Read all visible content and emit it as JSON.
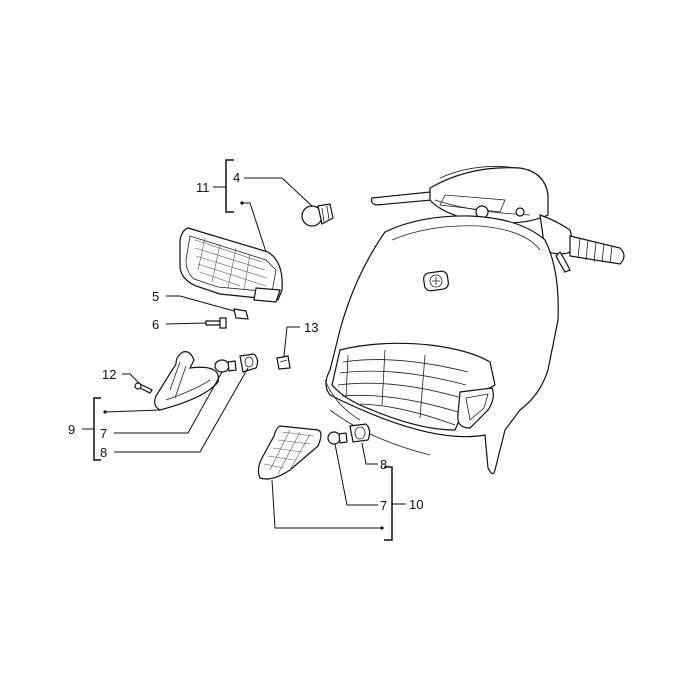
{
  "callouts": {
    "c4": "4",
    "c11": "11",
    "c5": "5",
    "c6": "6",
    "c13": "13",
    "c12": "12",
    "c9": "9",
    "c7a": "7",
    "c8a": "8",
    "c8b": "8",
    "c7b": "7",
    "c10": "10"
  }
}
